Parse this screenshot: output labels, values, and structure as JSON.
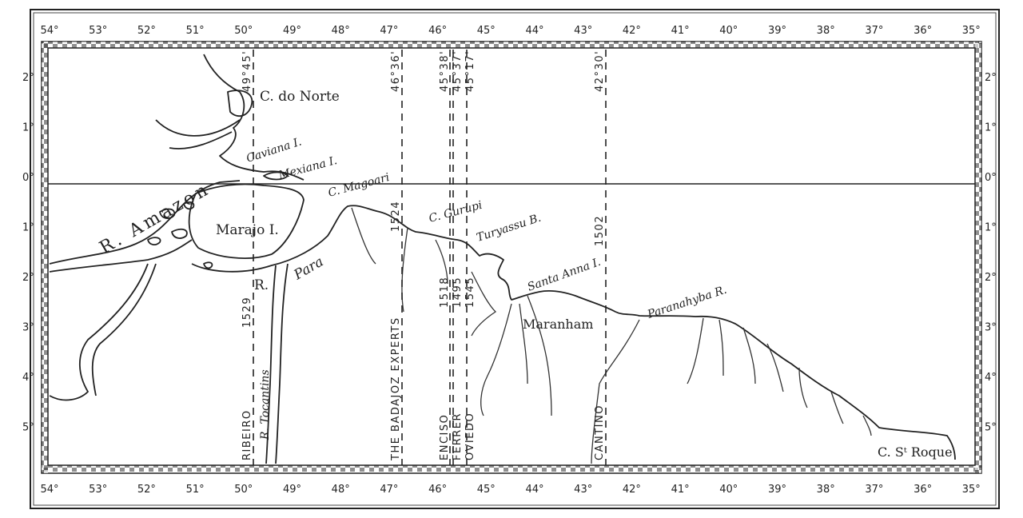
{
  "map": {
    "longitude_labels": [
      "54°",
      "53°",
      "52°",
      "51°",
      "50°",
      "49°",
      "48°",
      "47°",
      "46°",
      "45°",
      "44°",
      "43°",
      "42°",
      "41°",
      "40°",
      "39°",
      "38°",
      "37°",
      "36°",
      "35°"
    ],
    "latitude_labels": [
      "2°",
      "1°",
      "0°",
      "1°",
      "2°",
      "3°",
      "4°",
      "5°"
    ],
    "meridians": [
      {
        "degrees": 49.75,
        "label": "49°45'",
        "year": "1529",
        "author": "RIBEIRO"
      },
      {
        "degrees": 46.6,
        "label": "46°36'",
        "year": "1524",
        "author": "THE BADAJOZ EXPERTS"
      },
      {
        "degrees": 45.633,
        "label": "45°38'",
        "year": "1518",
        "author": "ENCISO"
      },
      {
        "degrees": 45.617,
        "label": "45°37'",
        "year": "1495",
        "author": "FERRER"
      },
      {
        "degrees": 45.283,
        "label": "45°17'",
        "year": "1545",
        "author": "OVIEDO"
      },
      {
        "degrees": 42.5,
        "label": "42°30'",
        "year": "1502",
        "author": "CANTINO"
      }
    ],
    "places": {
      "c_do_norte": "C. do Norte",
      "caviana": "Caviana I.",
      "mexiana": "Mexiana I.",
      "c_magoari": "C. Magoari",
      "r_amazon": "R. Amazon",
      "marajo": "Marajo I.",
      "r": "R.",
      "para": "Para",
      "c_gurupi": "C. Gurupi",
      "turyassu": "Turyassu B.",
      "santa_anna": "Santa Anna I.",
      "maranham": "Maranham",
      "paranahyba": "Paranahyba R.",
      "tocantins": "R. Tocantins",
      "st_roque": "C. Sᵗ Roque"
    }
  }
}
